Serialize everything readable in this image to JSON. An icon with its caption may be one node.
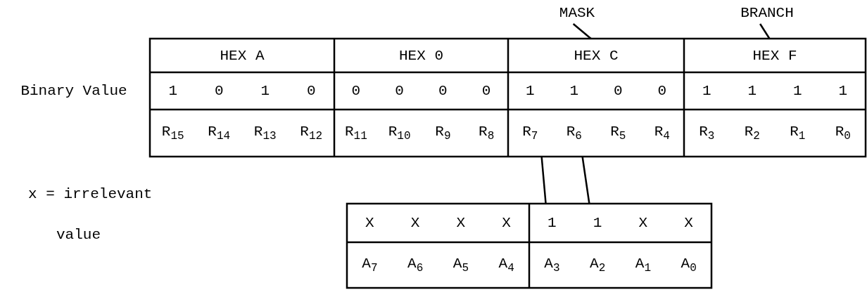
{
  "diagram": {
    "nodes": [
      {
        "text": [
          "MASK"
        ]
      },
      {
        "text": [
          "BRANCH"
        ]
      },
      {
        "text": [
          "HEX A"
        ]
      },
      {
        "text": [
          "HEX 0"
        ]
      },
      {
        "text": [
          "HEX C"
        ]
      },
      {
        "text": [
          "HEX F"
        ]
      },
      {
        "text": [
          "R$_{15}$"
        ]
      },
      {
        "text": [
          "R$_{14}$"
        ]
      },
      {
        "text": [
          "R$_{13}$"
        ]
      },
      {
        "text": [
          "R$_{12}$"
        ]
      },
      {
        "text": [
          "R$_{11}$"
        ]
      },
      {
        "text": [
          "R$_{10}$"
        ]
      },
      {
        "text": [
          "R$_{9}$"
        ]
      },
      {
        "text": [
          "R$_{8}$"
        ]
      },
      {
        "text": [
          "R$_{7}$"
        ]
      },
      {
        "text": [
          "R$_{6}$"
        ]
      },
      {
        "text": [
          "R$_{5}$"
        ]
      },
      {
        "text": [
          "R$_{4}$"
        ]
      },
      {
        "text": [
          "R$_{3}$"
        ]
      },
      {
        "text": [
          "R$_{2}$"
        ]
      },
      {
        "text": [
          "R$_{1}$"
        ]
      },
      {
        "text": [
          "R$_{0}$"
        ]
      },
      {
        "text": [
          "A$_{7}$"
        ]
      },
      {
        "text": [
          "A$_{6}$"
        ]
      },
      {
        "text": [
          "A$_{5}$"
        ]
      },
      {
        "text": [
          "A$_{4}$"
        ]
      },
      {
        "text": [
          "A$_{3}$"
        ]
      },
      {
        "text": [
          "A$_{2}$"
        ]
      },
      {
        "text": [
          "A$_{1}$"
        ]
      },
      {
        "text": [
          "A$_{0}$"
        ]
      }
    ],
    "edges": [
      {
        "from": 0,
        "to": 4,
        "arrow": "none"
      },
      {
        "from": 1,
        "to": 5,
        "arrow": "none"
      },
      {
        "from": 14,
        "to": 26,
        "arrow": "none"
      },
      {
        "from": 15,
        "to": 27,
        "arrow": "none"
      }
    ],
    "labels": [
      "Binary Value",
      "1",
      "0",
      "1",
      "0",
      "0",
      "0",
      "0",
      "0",
      "1",
      "1",
      "0",
      "0",
      "1",
      "1",
      "1",
      "1",
      "x = irrelevant value",
      "X",
      "X",
      "X",
      "X",
      "1",
      "1",
      "X",
      "X"
    ]
  }
}
